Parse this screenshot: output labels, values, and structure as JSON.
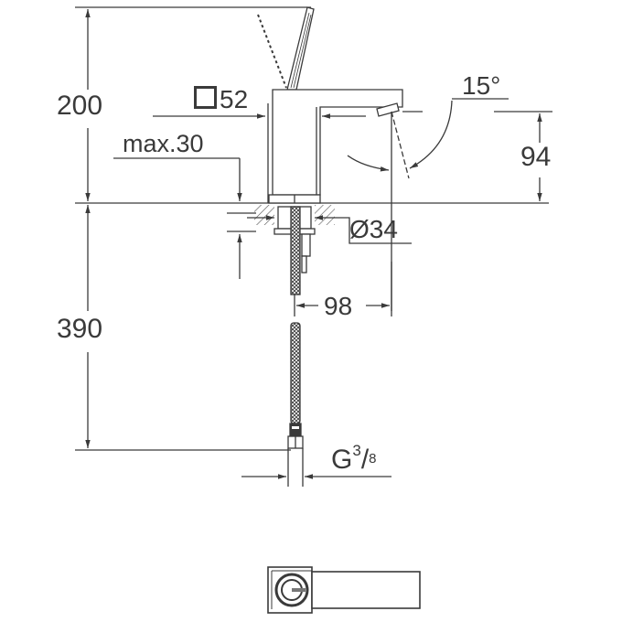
{
  "title": "Faucet technical dimension drawing (side view + top view)",
  "colors": {
    "line": "#3a3a3a",
    "dim_line": "#555555",
    "background": "#ffffff"
  },
  "dimensions": {
    "total_height_above_deck": "200",
    "body_square_size_value": "52",
    "body_square_symbol": "square-icon",
    "max_deck_thickness": "max.30",
    "spray_angle": "15°",
    "spout_height": "94",
    "mounting_hole_diameter": "Ø34",
    "spout_reach": "98",
    "hose_length": "390",
    "connection_thread": {
      "prefix": "G",
      "numerator": "3",
      "slash": "/",
      "denominator": "8"
    }
  },
  "views": [
    {
      "name": "side-view",
      "parts": [
        "lever-handle",
        "faucet-body",
        "spout",
        "aerator",
        "deck-plate",
        "mounting-nut",
        "threaded-rod",
        "flexible-hose",
        "hose-fitting"
      ]
    },
    {
      "name": "top-view",
      "parts": [
        "body-outline",
        "logo-mark",
        "spout-outline"
      ]
    }
  ]
}
